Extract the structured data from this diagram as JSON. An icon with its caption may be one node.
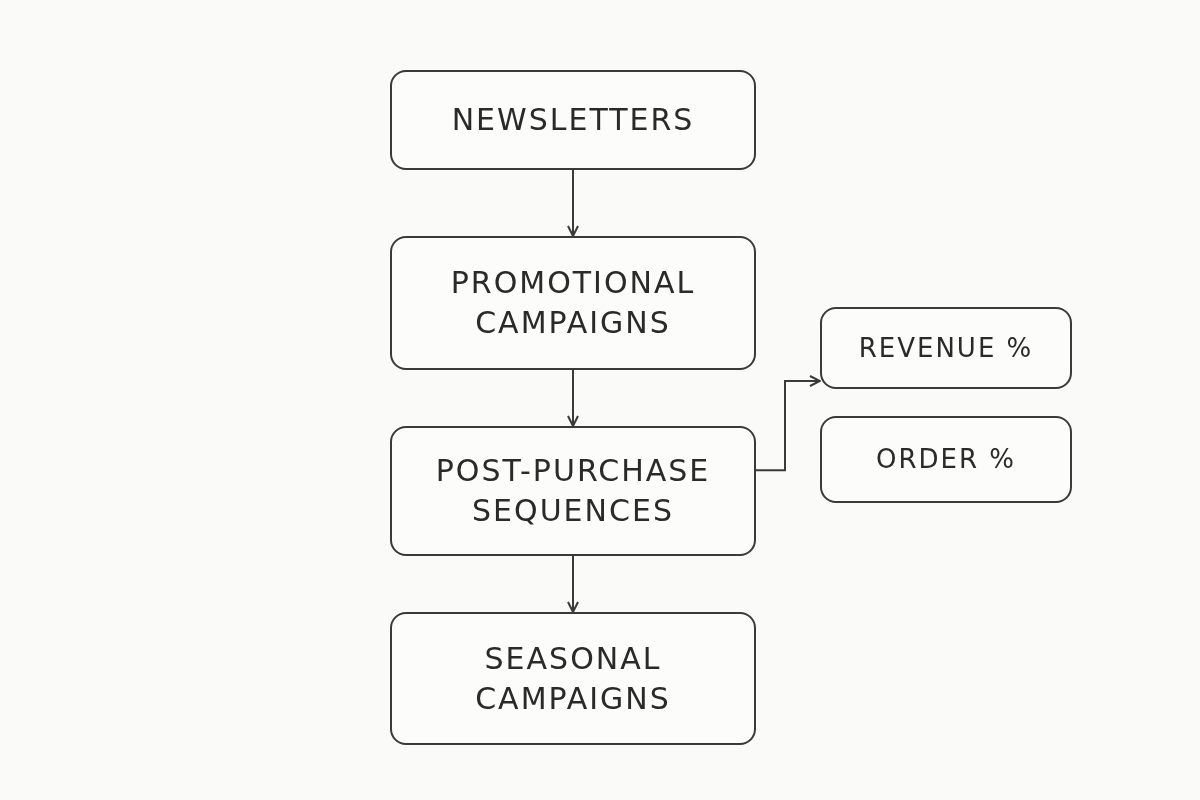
{
  "diagram": {
    "nodes": [
      {
        "text": [
          "NEWSLETTERS"
        ]
      },
      {
        "text": [
          "PROMOTIONAL CAMPAIGNS"
        ]
      },
      {
        "text": [
          "POST-PURCHASE SEQUENCES"
        ]
      },
      {
        "text": [
          "SEASONAL CAMPAIGNS"
        ]
      },
      {
        "text": [
          "REVENUE %"
        ]
      },
      {
        "text": [
          "ORDER %"
        ]
      }
    ],
    "edges": [
      {
        "from": 0,
        "to": 1,
        "arrow": "to"
      },
      {
        "from": 1,
        "to": 2,
        "arrow": "to"
      },
      {
        "from": 2,
        "to": 3,
        "arrow": "to"
      },
      {
        "from": 2,
        "to": 4,
        "arrow": "to"
      }
    ]
  }
}
